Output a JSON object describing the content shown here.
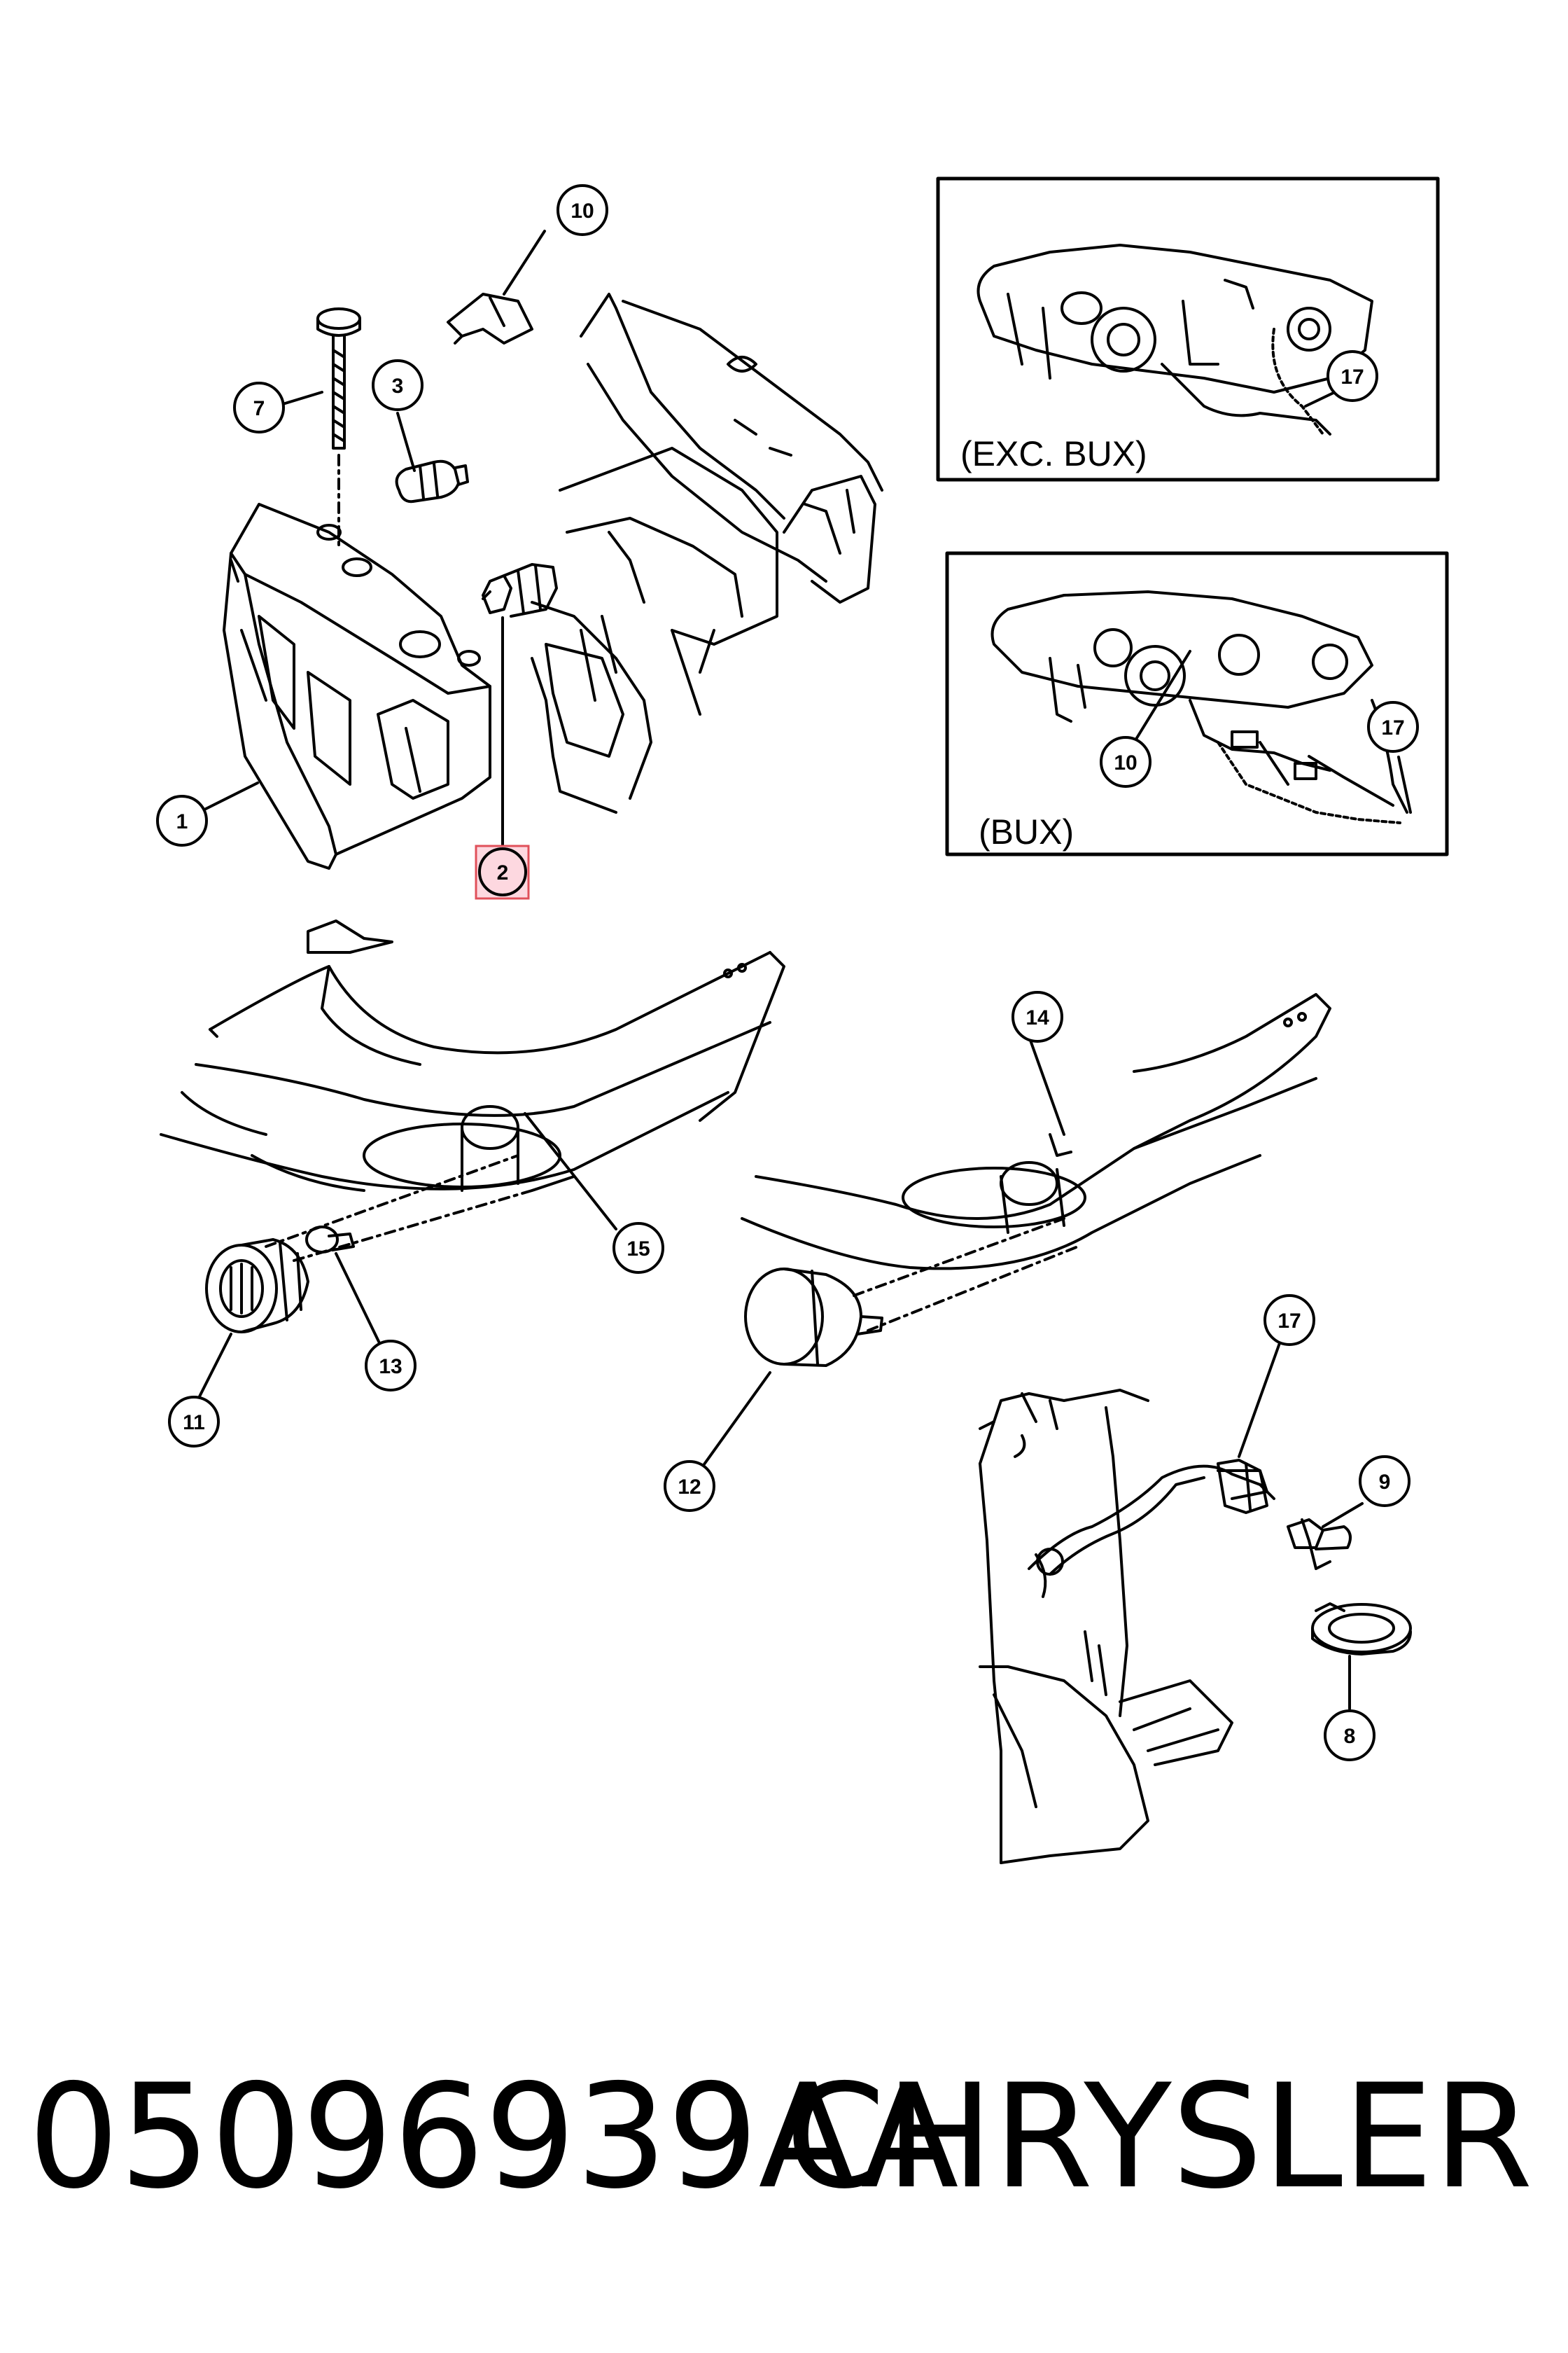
{
  "diagram": {
    "callouts": [
      "1",
      "2",
      "3",
      "7",
      "10",
      "10",
      "17",
      "17",
      "14",
      "15",
      "11",
      "13",
      "12",
      "17",
      "9",
      "8"
    ],
    "highlighted_callout": "2",
    "insets": [
      {
        "label": "(EXC. BUX)",
        "callout": "17"
      },
      {
        "label": "(BUX)",
        "callouts": [
          "10",
          "17"
        ]
      }
    ]
  },
  "caption": {
    "part_number": "05096939AA",
    "brand": "CHRYSLER"
  }
}
